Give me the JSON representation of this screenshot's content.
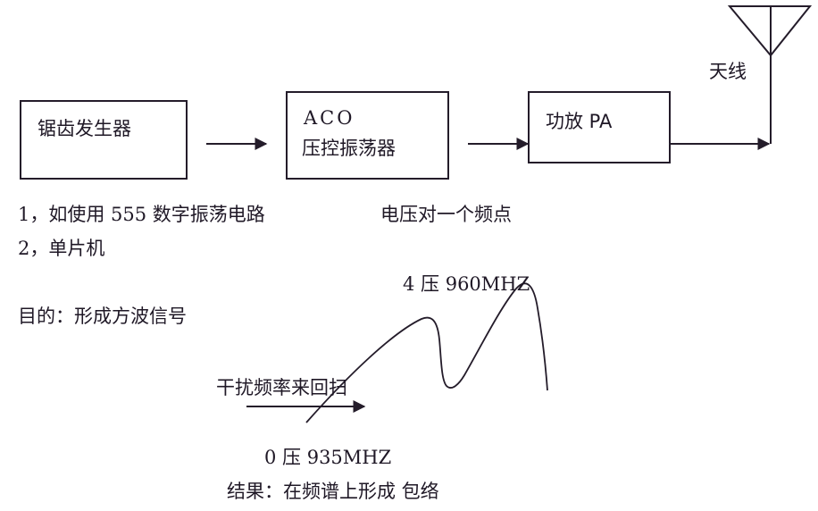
{
  "diagram": {
    "blocks": [
      {
        "id": "sawtooth-generator",
        "line1": "锯齿发生器",
        "line2": ""
      },
      {
        "id": "vco",
        "line1": "ACO",
        "line2": "压控振荡器"
      },
      {
        "id": "power-amp",
        "line1": "功放 PA",
        "line2": ""
      }
    ],
    "antenna_label": "天线",
    "notes": {
      "item1": "1，如使用 555 数字振荡电路",
      "item2": "2，单片机",
      "voltage_note": "电压对一个频点",
      "purpose": "目的：形成方波信号"
    },
    "waveform": {
      "top_label": "4 压 960MHZ",
      "bottom_label": "0 压  935MHZ",
      "sweep_label": "干扰频率来回扫",
      "result": "结果：在频谱上形成  包络"
    },
    "colors": {
      "stroke": "#241c2a",
      "text": "#1f1826",
      "background": "#ffffff"
    }
  }
}
